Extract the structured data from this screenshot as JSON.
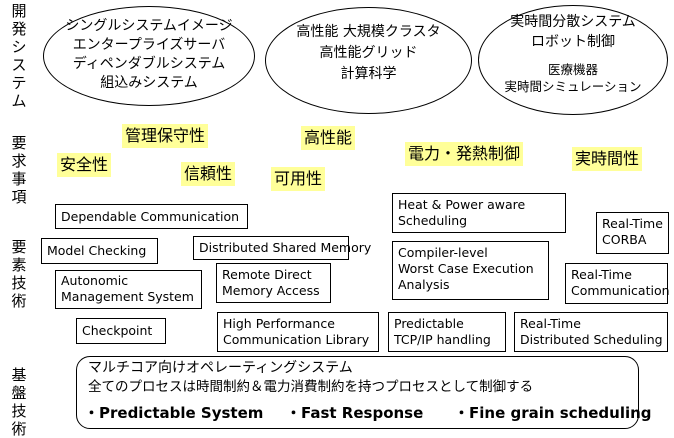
{
  "row_labels": {
    "dev_system": "開\n発\nシ\nス\nテ\nム",
    "requirements": "要\n求\n事\n項",
    "technologies": "要\n素\n技\n術",
    "foundation": "基\n盤\n技\n術"
  },
  "systems": {
    "left": {
      "line1": "シングルシステムイメージ",
      "line2": "エンタープライズサーバ",
      "line3": "ディペンダブルシステム",
      "line4": "組込みシステム"
    },
    "center": {
      "line1": "高性能 大規模クラスタ",
      "line2": "高性能グリッド",
      "line3": "計算科学"
    },
    "right": {
      "line1": "実時間分散システム",
      "line2": "ロボット制御",
      "line3": "医療機器",
      "line4": "実時間シミュレーション"
    }
  },
  "requirements": {
    "maintainability": "管理保守性",
    "safety": "安全性",
    "reliability": "信頼性",
    "high_performance": "高性能",
    "availability": "可用性",
    "power_heat": "電力・発熱制御",
    "realtime": "実時間性"
  },
  "technologies": {
    "dependable_comm": "Dependable Communication",
    "model_checking": "Model Checking",
    "dsm": "Distributed Shared Memory",
    "autonomic_l1": "Autonomic",
    "autonomic_l2": "Management System",
    "rdma_l1": "Remote Direct",
    "rdma_l2": "Memory Access",
    "checkpoint": "Checkpoint",
    "hpcl_l1": "High Performance",
    "hpcl_l2": "Communication Library",
    "heat_power_l1": "Heat & Power aware",
    "heat_power_l2": "Scheduling",
    "wcet_l1": "Compiler-level",
    "wcet_l2": "Worst Case Execution",
    "wcet_l3": "Analysis",
    "predictable_tcp_l1": "Predictable",
    "predictable_tcp_l2": "TCP/IP handling",
    "rt_corba_l1": "Real-Time",
    "rt_corba_l2": "CORBA",
    "rt_comm_l1": "Real-Time",
    "rt_comm_l2": "Communication",
    "rt_dist_sched_l1": "Real-Time",
    "rt_dist_sched_l2": "Distributed Scheduling"
  },
  "foundation": {
    "title": "マルチコア向けオペレーティングシステム",
    "subtitle": "全てのプロセスは時間制約＆電力消費制約を持つプロセスとして制御する",
    "features": [
      "・Predictable System",
      "・Fast Response",
      "・Fine grain scheduling"
    ]
  },
  "colors": {
    "requirement_highlight": "#ffff99",
    "border": "#000000"
  }
}
